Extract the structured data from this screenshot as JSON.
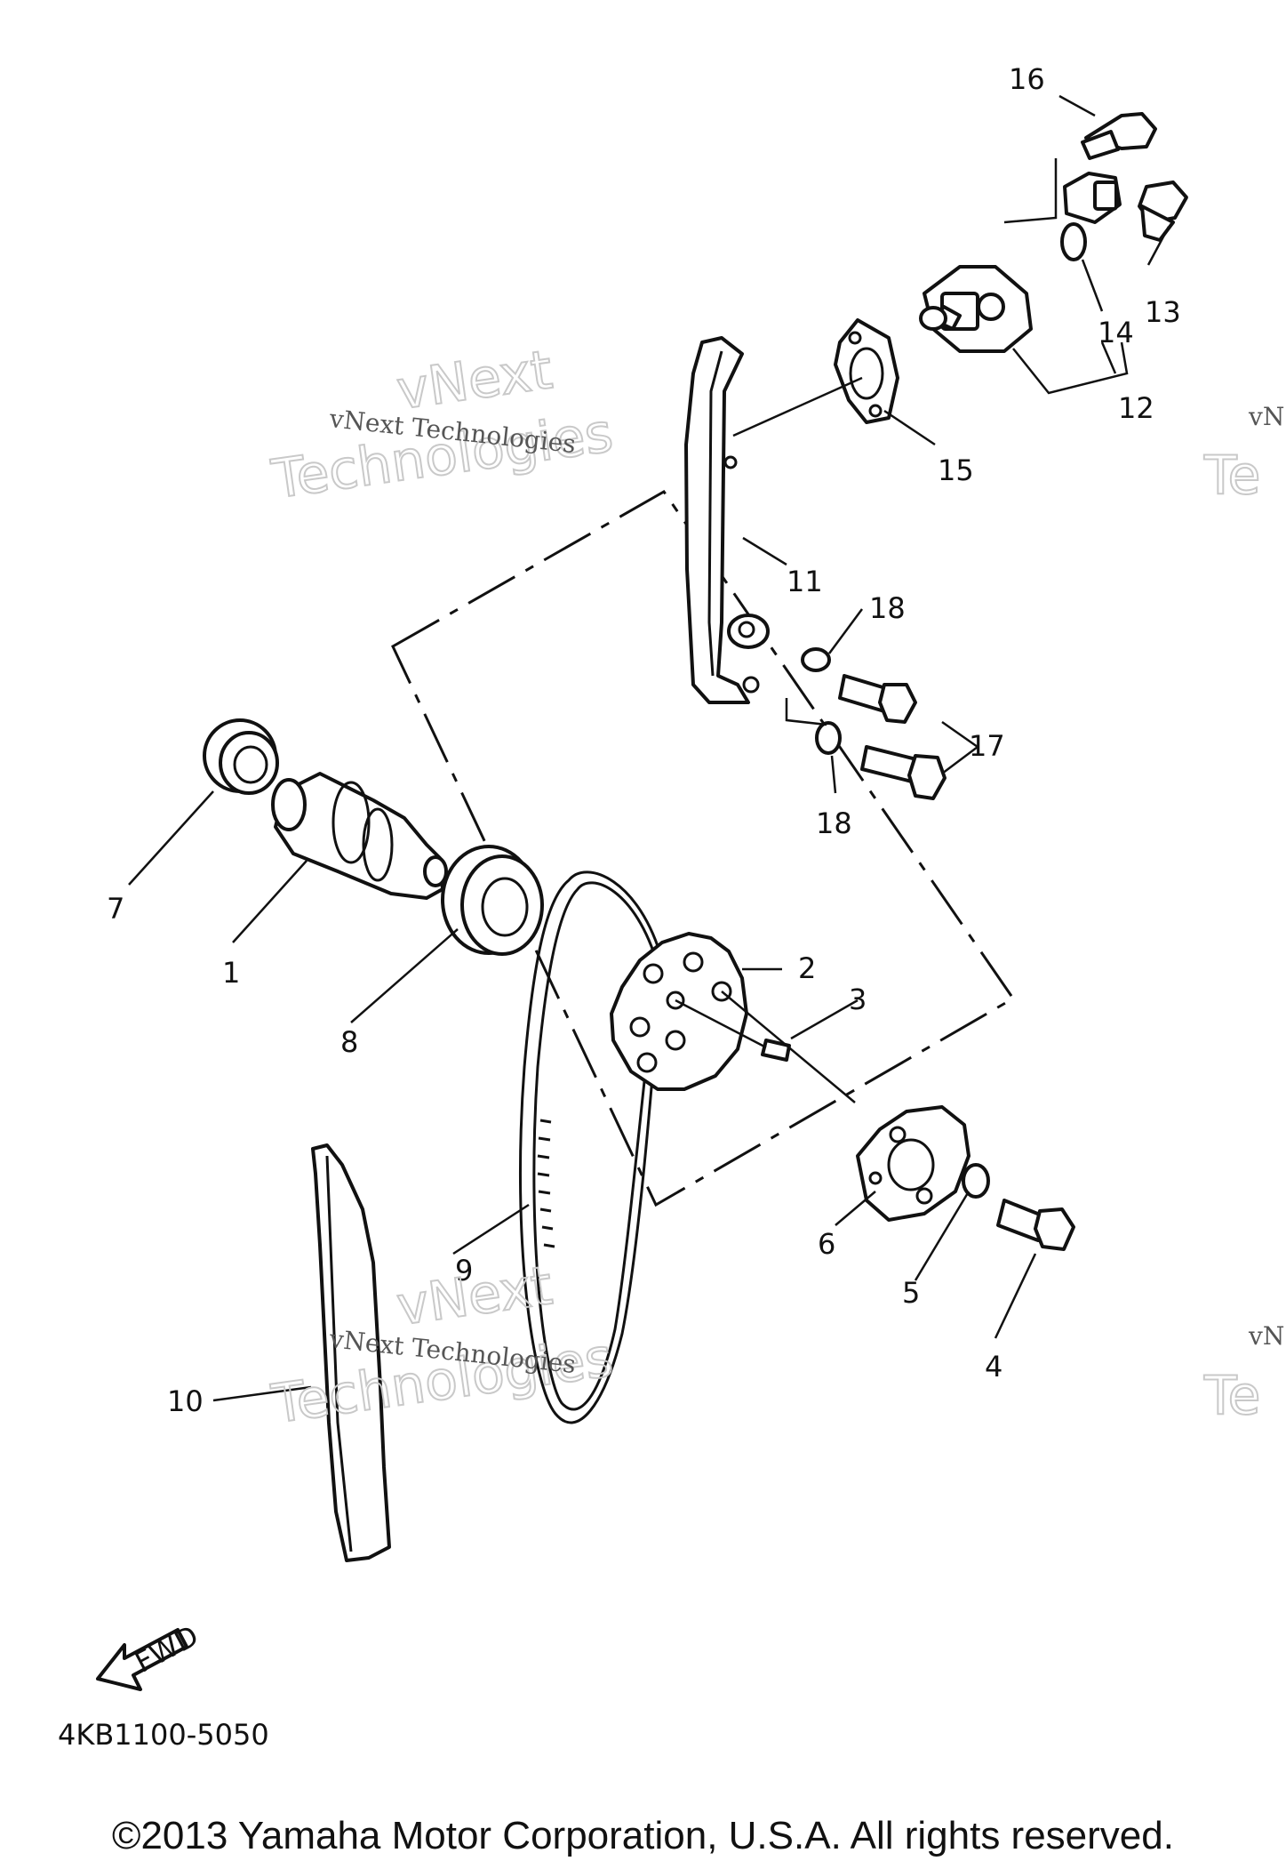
{
  "callouts": [
    "1",
    "2",
    "3",
    "4",
    "5",
    "6",
    "7",
    "8",
    "9",
    "10",
    "11",
    "12",
    "13",
    "14",
    "15",
    "16",
    "17",
    "18",
    "18"
  ],
  "watermark": {
    "small_text": "vNext Technologies",
    "big_line1": "vNext",
    "big_line2": "Technologies",
    "edge_small": "vN",
    "edge_big": "Te"
  },
  "fwd_label": "FWD",
  "diagram_code": "4KB1100-5050",
  "copyright": "©2013 Yamaha Motor Corporation, U.S.A. All rights reserved."
}
